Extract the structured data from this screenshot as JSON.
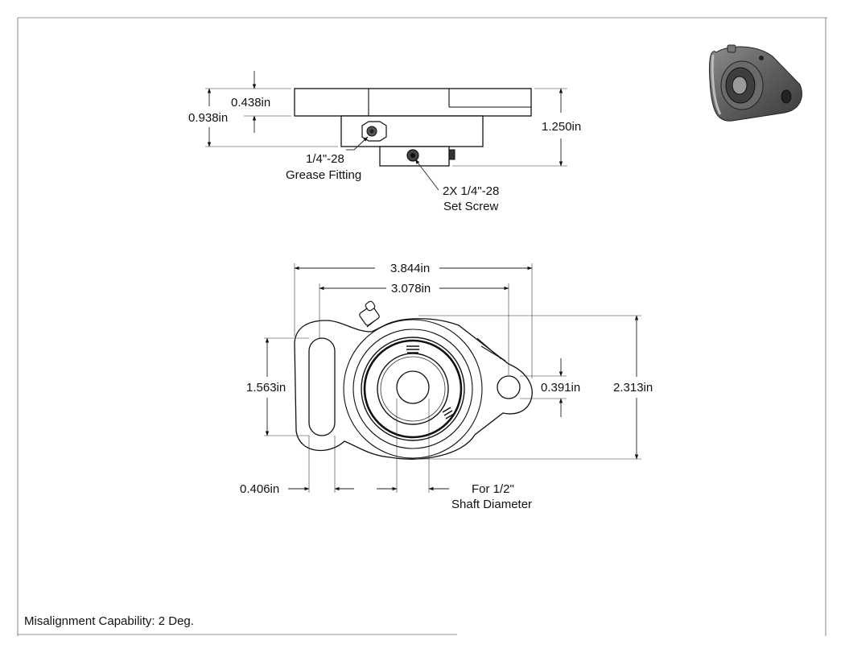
{
  "top_view": {
    "dim_flange_thickness": "0.438in",
    "dim_base_height": "0.938in",
    "dim_total_height": "1.250in",
    "grease_fitting_line1": "1/4\"-28",
    "grease_fitting_line2": "Grease Fitting",
    "set_screw_line1": "2X 1/4\"-28",
    "set_screw_line2": "Set Screw"
  },
  "front_view": {
    "dim_overall_width": "3.844in",
    "dim_bolt_spacing": "3.078in",
    "dim_slot_length": "1.563in",
    "dim_hole_diameter": "0.391in",
    "dim_overall_height": "2.313in",
    "dim_slot_width": "0.406in",
    "shaft_line1": "For 1/2\"",
    "shaft_line2": "Shaft Diameter"
  },
  "footer": {
    "misalignment": "Misalignment Capability: 2 Deg."
  }
}
